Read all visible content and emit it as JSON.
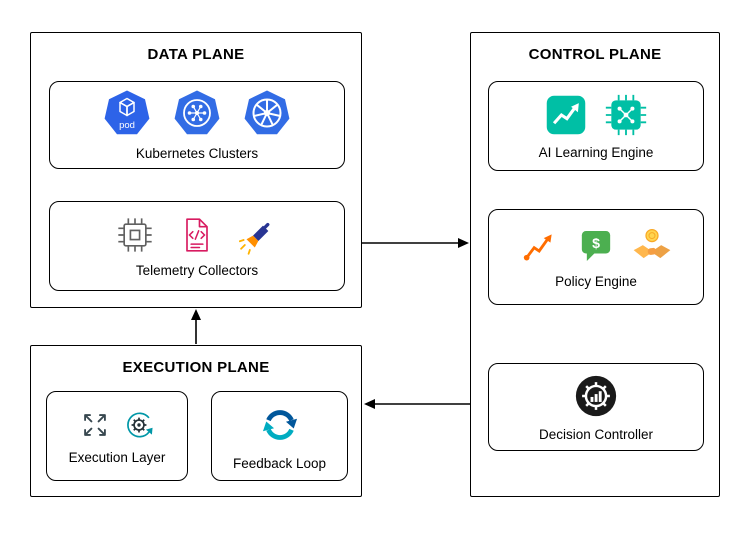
{
  "planes": {
    "data": {
      "title": "DATA PLANE",
      "nodes": [
        {
          "label": "Kubernetes Clusters",
          "icons": [
            "kubernetes-pod-icon",
            "kubernetes-nodes-icon",
            "kubernetes-helm-icon"
          ]
        },
        {
          "label": "Telemetry Collectors",
          "icons": [
            "cpu-chip-icon",
            "code-document-icon",
            "flashlight-icon"
          ]
        }
      ]
    },
    "control": {
      "title": "CONTROL PLANE",
      "nodes": [
        {
          "label": "AI Learning Engine",
          "icons": [
            "growth-chart-icon",
            "ai-chip-icon"
          ]
        },
        {
          "label": "Policy Engine",
          "icons": [
            "trend-arrow-icon",
            "dollar-chat-icon",
            "handshake-medal-icon"
          ]
        },
        {
          "label": "Decision Controller",
          "icons": [
            "gear-analytics-icon"
          ]
        }
      ]
    },
    "execution": {
      "title": "EXECUTION PLANE",
      "nodes": [
        {
          "label": "Execution Layer",
          "icons": [
            "expand-arrows-icon",
            "gear-sync-icon"
          ]
        },
        {
          "label": "Feedback Loop",
          "icons": [
            "cycle-arrows-icon"
          ]
        }
      ]
    }
  },
  "icon_labels": {
    "pod": "pod",
    "dollar": "$"
  },
  "connectors": [
    {
      "from": "data-plane",
      "to": "control-plane",
      "direction": "right"
    },
    {
      "from": "control-plane",
      "to": "execution-plane",
      "direction": "left"
    },
    {
      "from": "execution-plane",
      "to": "data-plane",
      "direction": "up"
    }
  ],
  "colors": {
    "kubernetes_blue": "#326CE5",
    "teal": "#00BFA5",
    "pink": "#D81B60",
    "orange": "#FF6D00",
    "green": "#4CAF50",
    "gold": "#FFD54F",
    "dark": "#1A1A1A",
    "blue": "#01579B",
    "cyan": "#00ACC1",
    "border": "#000000",
    "background": "#FFFFFF"
  }
}
